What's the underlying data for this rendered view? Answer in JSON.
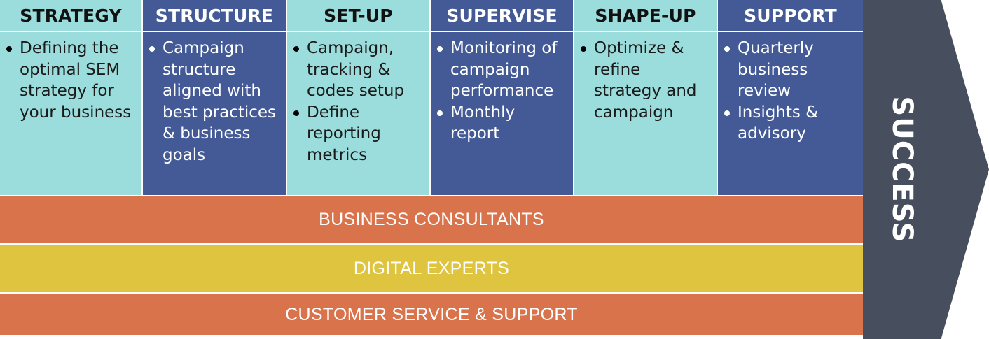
{
  "colors": {
    "teal": "#9BDDDC",
    "navy": "#435A96",
    "orange": "#D9734C",
    "yellow": "#DFC53F",
    "arrow": "#474F5E",
    "background": "#FFFFFF"
  },
  "columns": [
    {
      "title": "STRATEGY",
      "theme": "teal",
      "items": [
        "Defining the optimal SEM strategy for your business"
      ]
    },
    {
      "title": "STRUCTURE",
      "theme": "navy",
      "items": [
        "Campaign structure aligned with best practices & business goals"
      ]
    },
    {
      "title": "SET-UP",
      "theme": "teal",
      "items": [
        "Campaign, tracking & codes  setup",
        "Define reporting metrics"
      ]
    },
    {
      "title": "SUPERVISE",
      "theme": "navy",
      "items": [
        "Monitoring of campaign performance",
        "Monthly report"
      ]
    },
    {
      "title": "SHAPE-UP",
      "theme": "teal",
      "items": [
        "Optimize & refine strategy and campaign"
      ]
    },
    {
      "title": "SUPPORT",
      "theme": "navy",
      "items": [
        "Quarterly business review",
        "Insights & advisory"
      ]
    }
  ],
  "bars": [
    {
      "label": "BUSINESS CONSULTANTS",
      "theme": "orange"
    },
    {
      "label": "DIGITAL EXPERTS",
      "theme": "yellow"
    },
    {
      "label": "CUSTOMER SERVICE & SUPPORT",
      "theme": "orange"
    }
  ],
  "arrow": {
    "label": "SUCCESS"
  }
}
